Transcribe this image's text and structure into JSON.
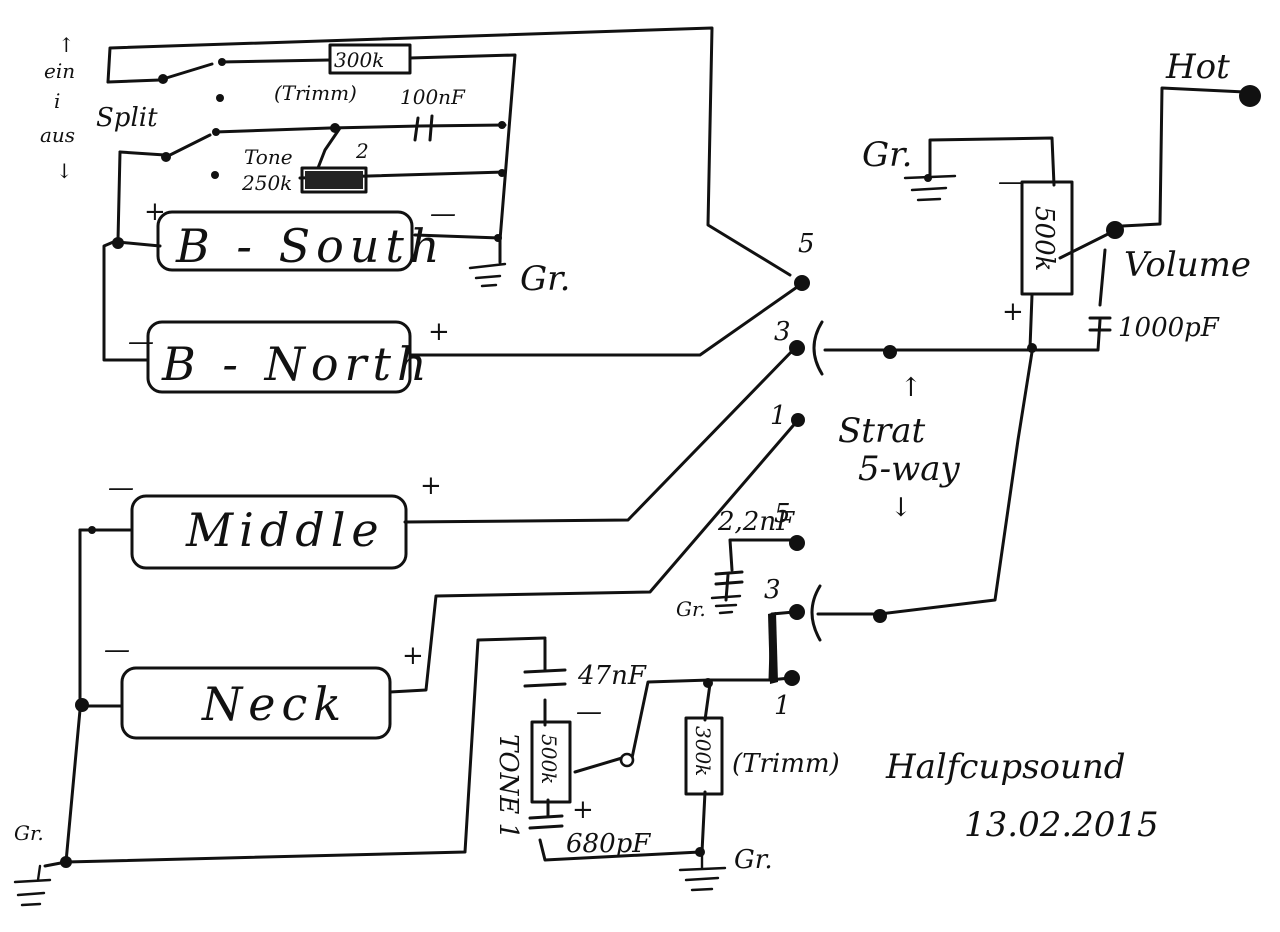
{
  "split_switch": {
    "label": "Split",
    "on_label": "ein",
    "middle_label": "i",
    "off_label": "aus",
    "arrow_up": "↑",
    "arrow_down": "↓"
  },
  "split_network": {
    "resistor": "300k",
    "trimm_note": "(Trimm)",
    "capacitor": "100nF",
    "tone_label": "Tone",
    "tone_value": "250k",
    "tone_position": "2"
  },
  "pickups": {
    "bridge_south": {
      "label": "B - South",
      "plus": "+",
      "minus": "—"
    },
    "bridge_north": {
      "label": "B - North",
      "plus": "+",
      "minus": "—"
    },
    "middle": {
      "label": "Middle",
      "plus": "+",
      "minus": "—"
    },
    "neck": {
      "label": "Neck",
      "plus": "+",
      "minus": "—"
    }
  },
  "grounds": {
    "top": "Gr.",
    "volume": "Gr.",
    "mid": "Gr.",
    "bottom": "Gr.",
    "left": "Gr."
  },
  "selector": {
    "name_line1": "Strat",
    "name_line2": "5-way",
    "upper_pos_5": "5",
    "upper_pos_3": "3",
    "upper_pos_1": "1",
    "lower_pos_5": "5",
    "lower_pos_3": "3",
    "lower_pos_1": "1",
    "arrow_up": "↑",
    "arrow_down": "↓"
  },
  "volume": {
    "label": "Volume",
    "pot": "500k",
    "cap": "1000pF",
    "plus": "+",
    "minus": "—",
    "hot": "Hot"
  },
  "tone_circuit": {
    "tone_letters": "TONE 1",
    "pot": "500k",
    "cap_top": "47nF",
    "cap_bottom": "680pF",
    "cap_mid": "2,2nF",
    "trimm_pot": "300k",
    "trimm_note": "(Trimm)",
    "plus": "+",
    "minus": "—"
  },
  "footer": {
    "title": "Halfcupsound",
    "date": "13.02.2015"
  }
}
